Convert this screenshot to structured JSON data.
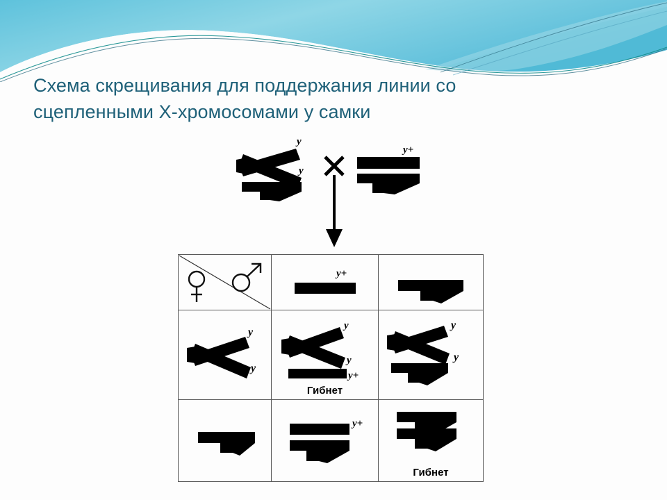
{
  "slide": {
    "title_line1": "Схема скрещивания для поддержания линии со",
    "title_line2": "сцепленными Х-хромосомами у самки",
    "title_color": "#1f6179",
    "background_color": "#fdfdfd",
    "wave_colors": {
      "band_top": "#6fc6dd",
      "band_mid": "#4ab8d4",
      "band_light": "#a6dbe8",
      "line_teal": "#138d8d",
      "line_dark": "#2c6b80"
    }
  },
  "parents": {
    "female": {
      "symbol_name": "attached-x-chromosome",
      "gene_labels": [
        "y",
        "y"
      ],
      "extra_chromosome": "y-chromosome"
    },
    "operator": "×",
    "male": {
      "symbol_name": "x-chromosome",
      "gene_labels": [
        "y+"
      ],
      "extra_chromosome": "y-chromosome"
    },
    "arrow": "down-arrow"
  },
  "punnett": {
    "header": {
      "female_symbol": "venus-symbol",
      "male_symbol": "mars-symbol",
      "columns": [
        {
          "name": "x-chromosome",
          "label": "y+"
        },
        {
          "name": "y-chromosome",
          "label": ""
        }
      ]
    },
    "rows": [
      {
        "gamete": {
          "name": "attached-x-chromosome",
          "labels": [
            "y",
            "y"
          ]
        },
        "cells": [
          {
            "name": "attached-x-plus-x",
            "labels": [
              "y",
              "y",
              "y+"
            ],
            "status": "Гибнет"
          },
          {
            "name": "attached-x-plus-y",
            "labels": [
              "y",
              "y"
            ],
            "status": ""
          }
        ]
      },
      {
        "gamete": {
          "name": "y-chromosome",
          "labels": []
        },
        "cells": [
          {
            "name": "x-plus-y",
            "labels": [
              "y+"
            ],
            "status": ""
          },
          {
            "name": "y-plus-y",
            "labels": [],
            "status": "Гибнет"
          }
        ]
      }
    ]
  }
}
